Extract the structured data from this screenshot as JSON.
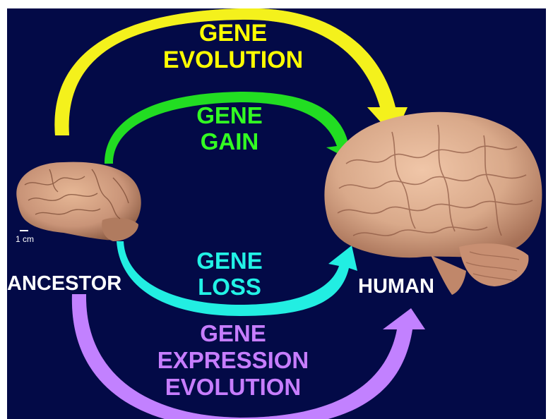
{
  "diagram": {
    "arrows": [
      {
        "id": "gene-evolution",
        "lines": [
          "GENE",
          "EVOLUTION"
        ],
        "color": "#ffff00"
      },
      {
        "id": "gene-gain",
        "lines": [
          "GENE",
          "GAIN"
        ],
        "color": "#33ff22"
      },
      {
        "id": "gene-loss",
        "lines": [
          "GENE",
          "LOSS"
        ],
        "color": "#22f2e6"
      },
      {
        "id": "gene-expression-evolution",
        "lines": [
          "GENE",
          "EXPRESSION",
          "EVOLUTION"
        ],
        "color": "#c77dff"
      }
    ],
    "nodes": {
      "ancestor": {
        "label": "ANCESTOR"
      },
      "human": {
        "label": "HUMAN"
      }
    },
    "scale_bar": {
      "label": "1 cm"
    },
    "colors": {
      "background": "#030a47",
      "brain": "#d9a98a",
      "text": "#ffffff"
    }
  }
}
